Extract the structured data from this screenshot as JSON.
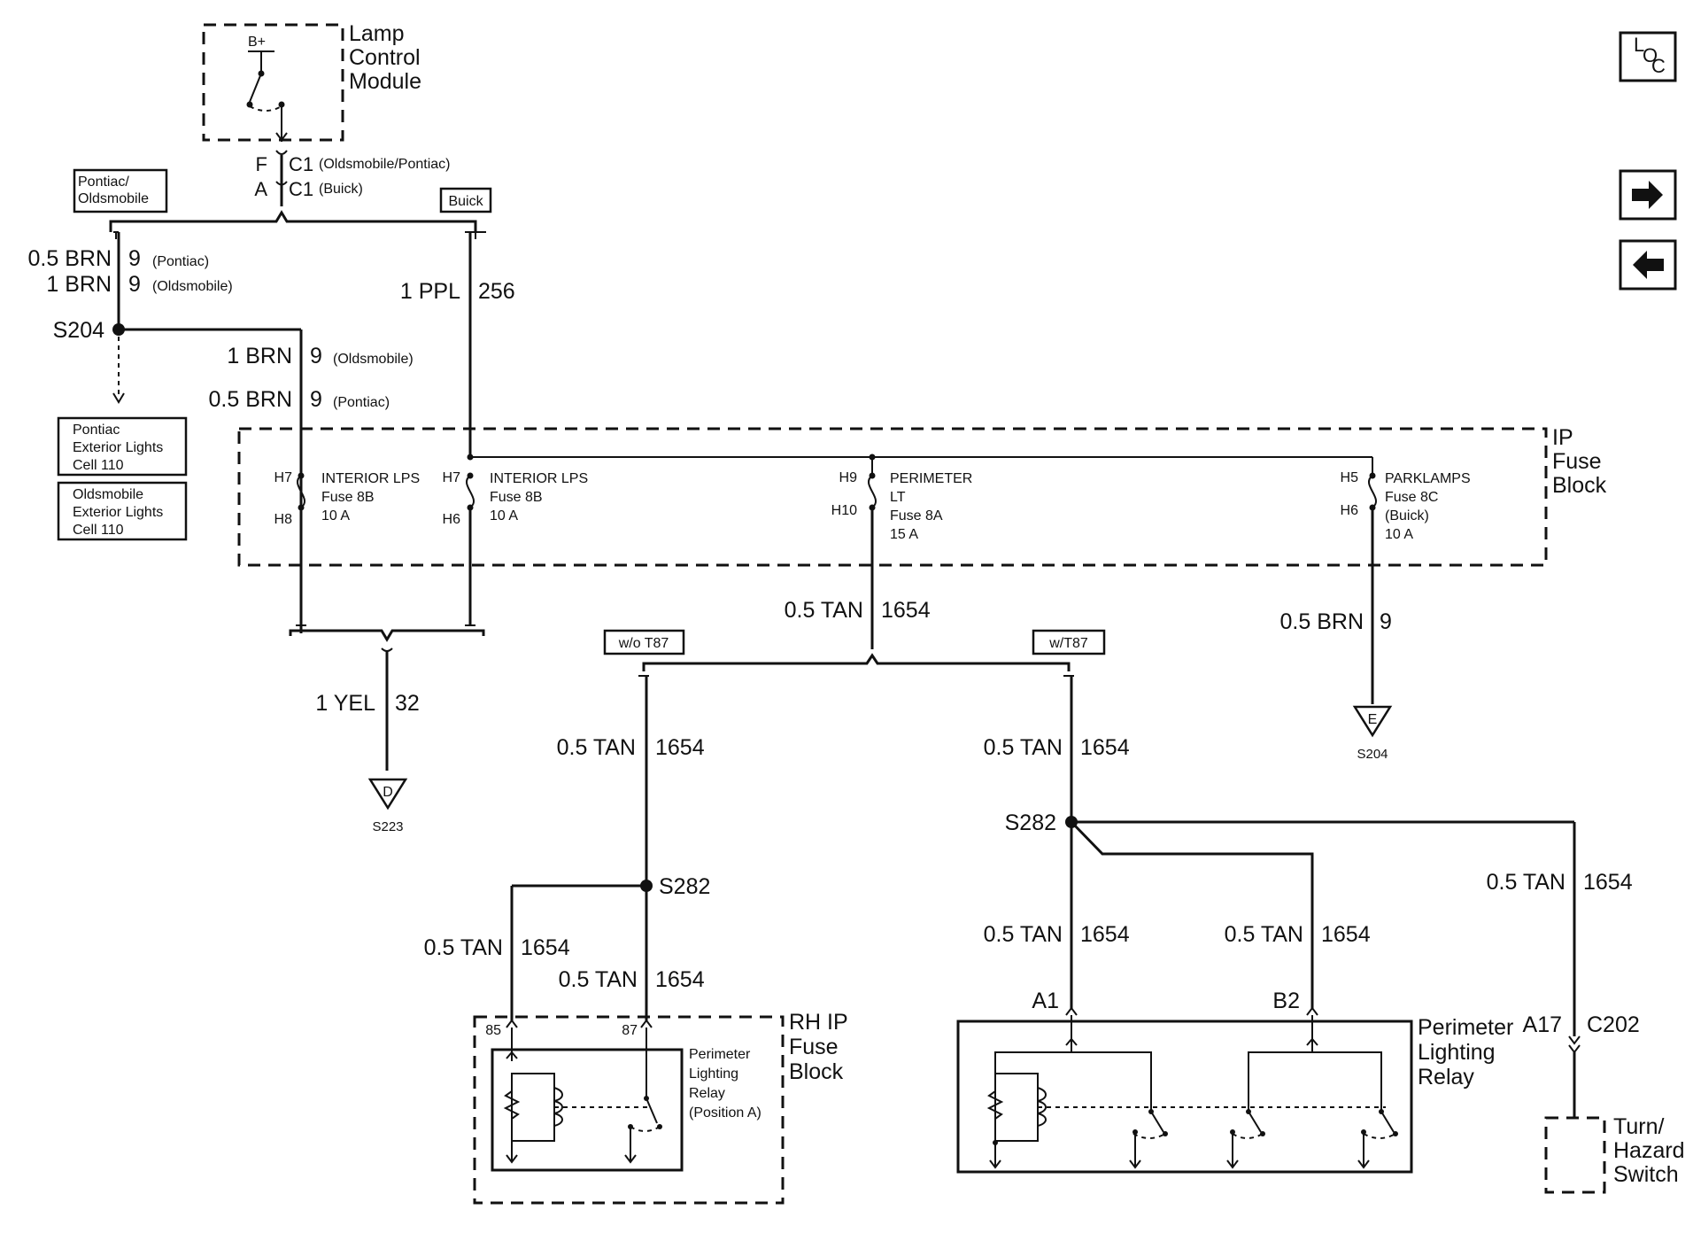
{
  "modules": {
    "lamp_control_module": [
      "Lamp",
      "Control",
      "Module"
    ],
    "bplus": "B+",
    "ip_fuse_block": [
      "IP",
      "Fuse",
      "Block"
    ],
    "rh_ip_fuse_block": [
      "RH IP",
      "Fuse",
      "Block"
    ],
    "perimeter_lighting_relay": [
      "Perimeter",
      "Lighting",
      "Relay"
    ],
    "turn_hazard_switch": [
      "Turn/",
      "Hazard",
      "Switch"
    ],
    "relay_pos_a": [
      "Perimeter",
      "Lighting",
      "Relay",
      "(Position A)"
    ]
  },
  "connectors": {
    "lcm_f": "F",
    "lcm_f_c1": "C1",
    "lcm_f_note": "(Oldsmobile/Pontiac)",
    "lcm_a": "A",
    "lcm_a_c1": "C1",
    "lcm_a_note": "(Buick)",
    "c202_pin": "A17",
    "c202": "C202",
    "a1": "A1",
    "b2": "B2",
    "p85": "85",
    "p87": "87"
  },
  "options": {
    "pontiac_olds": [
      "Pontiac/",
      "Oldsmobile"
    ],
    "buick": "Buick",
    "wo_t87": "w/o T87",
    "w_t87": "w/T87"
  },
  "wires": {
    "brn_pontiac_size": "0.5 BRN",
    "brn_pontiac_circ": "9",
    "brn_pontiac_note": "(Pontiac)",
    "brn_olds_size": "1 BRN",
    "brn_olds_circ": "9",
    "brn_olds_note": "(Oldsmobile)",
    "brn2_olds_size": "1 BRN",
    "brn2_olds_circ": "9",
    "brn2_olds_note": "(Oldsmobile)",
    "brn2_pontiac_size": "0.5 BRN",
    "brn2_pontiac_circ": "9",
    "brn2_pontiac_note": "(Pontiac)",
    "ppl_size": "1 PPL",
    "ppl_circ": "256",
    "tan_main_size": "0.5 TAN",
    "tan_main_circ": "1654",
    "brn_park_size": "0.5 BRN",
    "brn_park_circ": "9",
    "yel_size": "1 YEL",
    "yel_circ": "32",
    "tan_left_size": "0.5 TAN",
    "tan_left_circ": "1654",
    "tan_right_size": "0.5 TAN",
    "tan_right_circ": "1654",
    "tan_85_size": "0.5 TAN",
    "tan_85_circ": "1654",
    "tan_87_size": "0.5 TAN",
    "tan_87_circ": "1654",
    "tan_a1_size": "0.5 TAN",
    "tan_a1_circ": "1654",
    "tan_b2_size": "0.5 TAN",
    "tan_b2_circ": "1654",
    "tan_c202_size": "0.5 TAN",
    "tan_c202_circ": "1654"
  },
  "splices": {
    "s204": "S204",
    "s282_left": "S282",
    "s282_right": "S282"
  },
  "fuses": {
    "f1": {
      "in": "H7",
      "out": "H8",
      "lines": [
        "INTERIOR LPS",
        "Fuse 8B",
        "10 A"
      ]
    },
    "f2": {
      "in": "H7",
      "out": "H6",
      "lines": [
        "INTERIOR LPS",
        "Fuse 8B",
        "10 A"
      ]
    },
    "f3": {
      "in": "H9",
      "out": "H10",
      "lines": [
        "PERIMETER",
        "LT",
        "Fuse 8A",
        "15 A"
      ]
    },
    "f4": {
      "in": "H5",
      "out": "H6",
      "lines": [
        "PARKLAMPS",
        "Fuse 8C",
        "(Buick)",
        "10 A"
      ]
    }
  },
  "refs": {
    "pontiac_ext": [
      "Pontiac",
      "Exterior Lights",
      "Cell 110"
    ],
    "olds_ext": [
      "Oldsmobile",
      "Exterior Lights",
      "Cell 110"
    ],
    "d_letter": "D",
    "d_splice": "S223",
    "e_letter": "E",
    "e_splice": "S204"
  },
  "nav": {
    "loc_l": "L",
    "loc_o": "O",
    "loc_c": "C",
    "next_icon": "right-arrow-icon",
    "prev_icon": "left-arrow-icon"
  }
}
